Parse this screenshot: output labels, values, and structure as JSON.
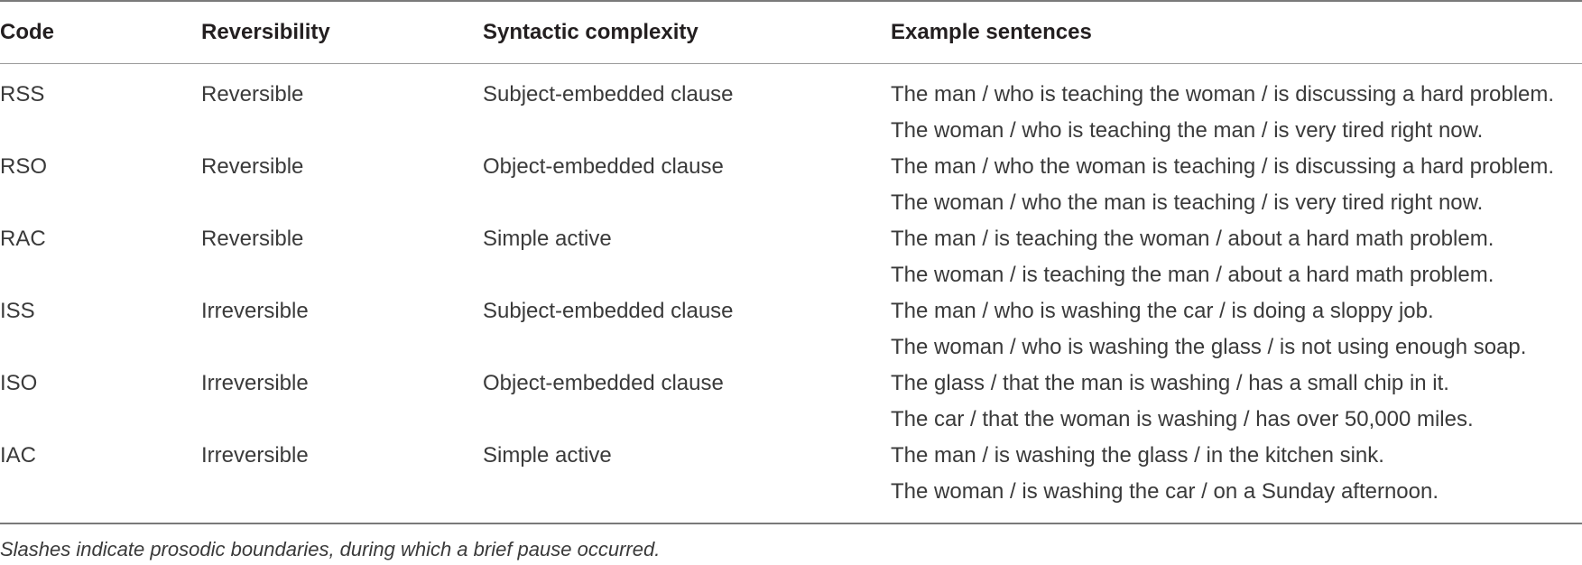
{
  "table": {
    "headers": {
      "code": "Code",
      "reversibility": "Reversibility",
      "syntactic": "Syntactic complexity",
      "examples": "Example sentences"
    },
    "rows": [
      {
        "code": "RSS",
        "reversibility": "Reversible",
        "syntactic": "Subject-embedded clause",
        "examples": [
          "The man / who is teaching the woman / is discussing a hard problem.",
          "The woman / who is teaching the man / is very tired right now."
        ]
      },
      {
        "code": "RSO",
        "reversibility": "Reversible",
        "syntactic": "Object-embedded clause",
        "examples": [
          "The man / who the woman is teaching / is discussing a hard problem.",
          "The woman / who the man is teaching / is very tired right now."
        ]
      },
      {
        "code": "RAC",
        "reversibility": "Reversible",
        "syntactic": "Simple active",
        "examples": [
          "The man / is teaching the woman / about a hard math problem.",
          "The woman / is teaching the man / about a hard math problem."
        ]
      },
      {
        "code": "ISS",
        "reversibility": "Irreversible",
        "syntactic": "Subject-embedded clause",
        "examples": [
          "The man / who is washing the car / is doing a sloppy job.",
          "The woman / who is washing the glass / is not using enough soap."
        ]
      },
      {
        "code": "ISO",
        "reversibility": "Irreversible",
        "syntactic": "Object-embedded clause",
        "examples": [
          "The glass / that the man is washing / has a small chip in it.",
          "The car / that the woman is washing / has over 50,000 miles."
        ]
      },
      {
        "code": "IAC",
        "reversibility": "Irreversible",
        "syntactic": "Simple active",
        "examples": [
          "The man / is washing the glass / in the kitchen sink.",
          "The woman / is washing the car / on a Sunday afternoon."
        ]
      }
    ]
  },
  "footnote": "Slashes indicate prosodic boundaries, during which a brief pause occurred."
}
